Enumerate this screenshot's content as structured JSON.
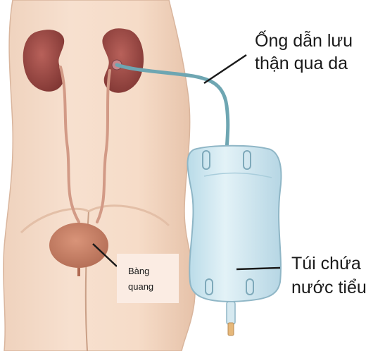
{
  "labels": {
    "drainage_tube": {
      "line1": "Ống dẫn lưu",
      "line2": "thận qua da"
    },
    "urine_bag": {
      "line1": "Túi chứa",
      "line2": "nước tiểu"
    },
    "bladder": {
      "line1": "Bàng",
      "line2": "quang"
    }
  },
  "colors": {
    "skin": "#f5ddca",
    "skin_shadow": "#e8c4ab",
    "kidney": "#9c4a45",
    "ureter": "#d29a86",
    "bladder": "#c98066",
    "tube": "#6ea6b2",
    "bag": "#cfe6f0",
    "bag_edge": "#8fb6c6",
    "leader_line": "#1a1a1a"
  }
}
